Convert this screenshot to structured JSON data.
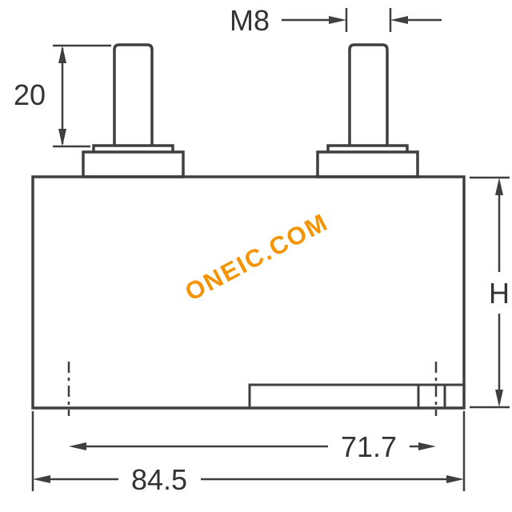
{
  "labels": {
    "thread_size": "M8",
    "stud_height": "20",
    "body_height": "H",
    "terminal_spacing": "71.7",
    "overall_width": "84.5"
  },
  "watermark": {
    "text": "ONEIC.COM",
    "color": "#f59300"
  },
  "colors": {
    "line": "#3f3f3f",
    "text": "#333333",
    "background": "#ffffff"
  }
}
